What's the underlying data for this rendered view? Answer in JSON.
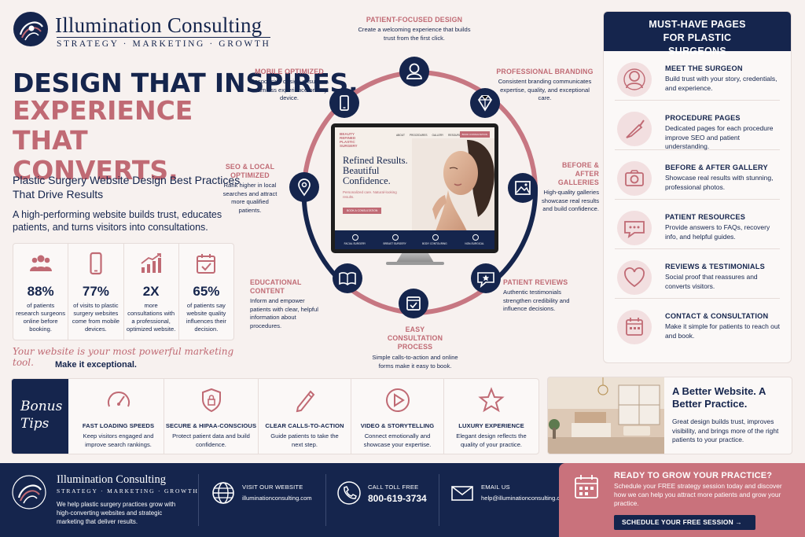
{
  "brand": {
    "name": "Illumination Consulting",
    "tagline": "STRATEGY · MARKETING · GROWTH"
  },
  "hero": {
    "headline1": "DESIGN THAT INSPIRES.",
    "headline2": "EXPERIENCE THAT CONVERTS.",
    "subhead": "Plastic Surgery Website Design Best Practices That Drive Results",
    "intro": "A high-performing website builds trust, educates patients, and turns visitors into consultations."
  },
  "stats": [
    {
      "icon": "people-icon",
      "value": "88%",
      "caption": "of patients research surgeons online before booking."
    },
    {
      "icon": "smartphone-icon",
      "value": "77%",
      "caption": "of visits to plastic surgery websites come from mobile devices."
    },
    {
      "icon": "growth-chart-icon",
      "value": "2X",
      "caption": "more consultations with a professional, optimized website."
    },
    {
      "icon": "calendar-check-icon",
      "value": "65%",
      "caption": "of patients say website quality influences their decision."
    }
  ],
  "closing": {
    "tagline": "Your website is your most powerful marketing tool.",
    "tagline2": "Make it exceptional."
  },
  "features": {
    "patient_focused": {
      "title": "PATIENT-FOCUSED DESIGN",
      "desc": "Create a welcoming experience that builds trust from the first click."
    },
    "branding": {
      "title": "PROFESSIONAL BRANDING",
      "desc": "Consistent branding communicates expertise, quality, and exceptional care."
    },
    "galleries": {
      "title": "BEFORE & AFTER GALLERIES",
      "desc": "High-quality galleries showcase real results and build confidence."
    },
    "reviews": {
      "title": "PATIENT REVIEWS",
      "desc": "Authentic testimonials strengthen credibility and influence decisions."
    },
    "consultation": {
      "title": "EASY CONSULTATION PROCESS",
      "desc": "Simple calls-to-action and online forms make it easy to book."
    },
    "educational": {
      "title": "EDUCATIONAL CONTENT",
      "desc": "Inform and empower patients with clear, helpful information about procedures."
    },
    "seo": {
      "title": "SEO & LOCAL OPTIMIZED",
      "desc": "Rank higher in local searches and attract more qualified patients."
    },
    "mobile": {
      "title": "MOBILE OPTIMIZED",
      "desc": "Responsive design ensures a seamless experience on any device."
    }
  },
  "mockup": {
    "brand": "BEAUTY REFINED PLASTIC SURGERY",
    "nav": [
      "ABOUT",
      "PROCEDURES",
      "GALLERY",
      "RESOURCES",
      "CONTACT"
    ],
    "cta_top": "BOOK CONSULTATION",
    "hero": "Refined Results. Beautiful Confidence.",
    "sub": "Personalized care. Natural-looking results.",
    "button": "BOOK A CONSULTATION",
    "categories": [
      "FACIAL SURGERY",
      "BREAST SURGERY",
      "BODY CONTOURING",
      "NON-SURGICAL"
    ]
  },
  "must_have": {
    "title": "MUST-HAVE PAGES FOR PLASTIC SURGEONS",
    "items": [
      {
        "title": "MEET THE SURGEON",
        "desc": "Build trust with your story, credentials, and experience."
      },
      {
        "title": "PROCEDURE PAGES",
        "desc": "Dedicated pages for each procedure improve SEO and patient understanding."
      },
      {
        "title": "BEFORE & AFTER GALLERY",
        "desc": "Showcase real results with stunning, professional photos."
      },
      {
        "title": "PATIENT RESOURCES",
        "desc": "Provide answers to FAQs, recovery info, and helpful guides."
      },
      {
        "title": "REVIEWS & TESTIMONIALS",
        "desc": "Social proof that reassures and converts visitors."
      },
      {
        "title": "CONTACT & CONSULTATION",
        "desc": "Make it simple for patients to reach out and book."
      }
    ]
  },
  "bonus": {
    "label": "Bonus Tips",
    "tips": [
      {
        "title": "FAST LOADING SPEEDS",
        "desc": "Keep visitors engaged and improve search rankings."
      },
      {
        "title": "SECURE & HIPAA-CONSCIOUS",
        "desc": "Protect patient data and build confidence."
      },
      {
        "title": "CLEAR CALLS-TO-ACTION",
        "desc": "Guide patients to take the next step."
      },
      {
        "title": "VIDEO & STORYTELLING",
        "desc": "Connect emotionally and showcase your expertise."
      },
      {
        "title": "LUXURY EXPERIENCE",
        "desc": "Elegant design reflects the quality of your practice."
      }
    ]
  },
  "better": {
    "headline": "A Better Website. A Better Practice.",
    "desc": "Great design builds trust, improves visibility, and brings more of the right patients to your practice."
  },
  "footer": {
    "desc": "We help plastic surgery practices grow with high-converting websites and strategic marketing that deliver results.",
    "website_label": "VISIT OUR WEBSITE",
    "website": "illuminationconsulting.com",
    "phone_label": "CALL TOLL FREE",
    "phone": "800-619-3734",
    "email_label": "EMAIL US",
    "email": "help@illuminationconsulting.com"
  },
  "cta": {
    "headline": "READY TO GROW YOUR PRACTICE?",
    "desc": "Schedule your FREE strategy session today and discover how we can help you attract more patients and grow your practice.",
    "button": "SCHEDULE YOUR FREE SESSION →"
  },
  "colors": {
    "navy": "#15254d",
    "rose": "#c06a74",
    "background": "#f7f1ef"
  }
}
